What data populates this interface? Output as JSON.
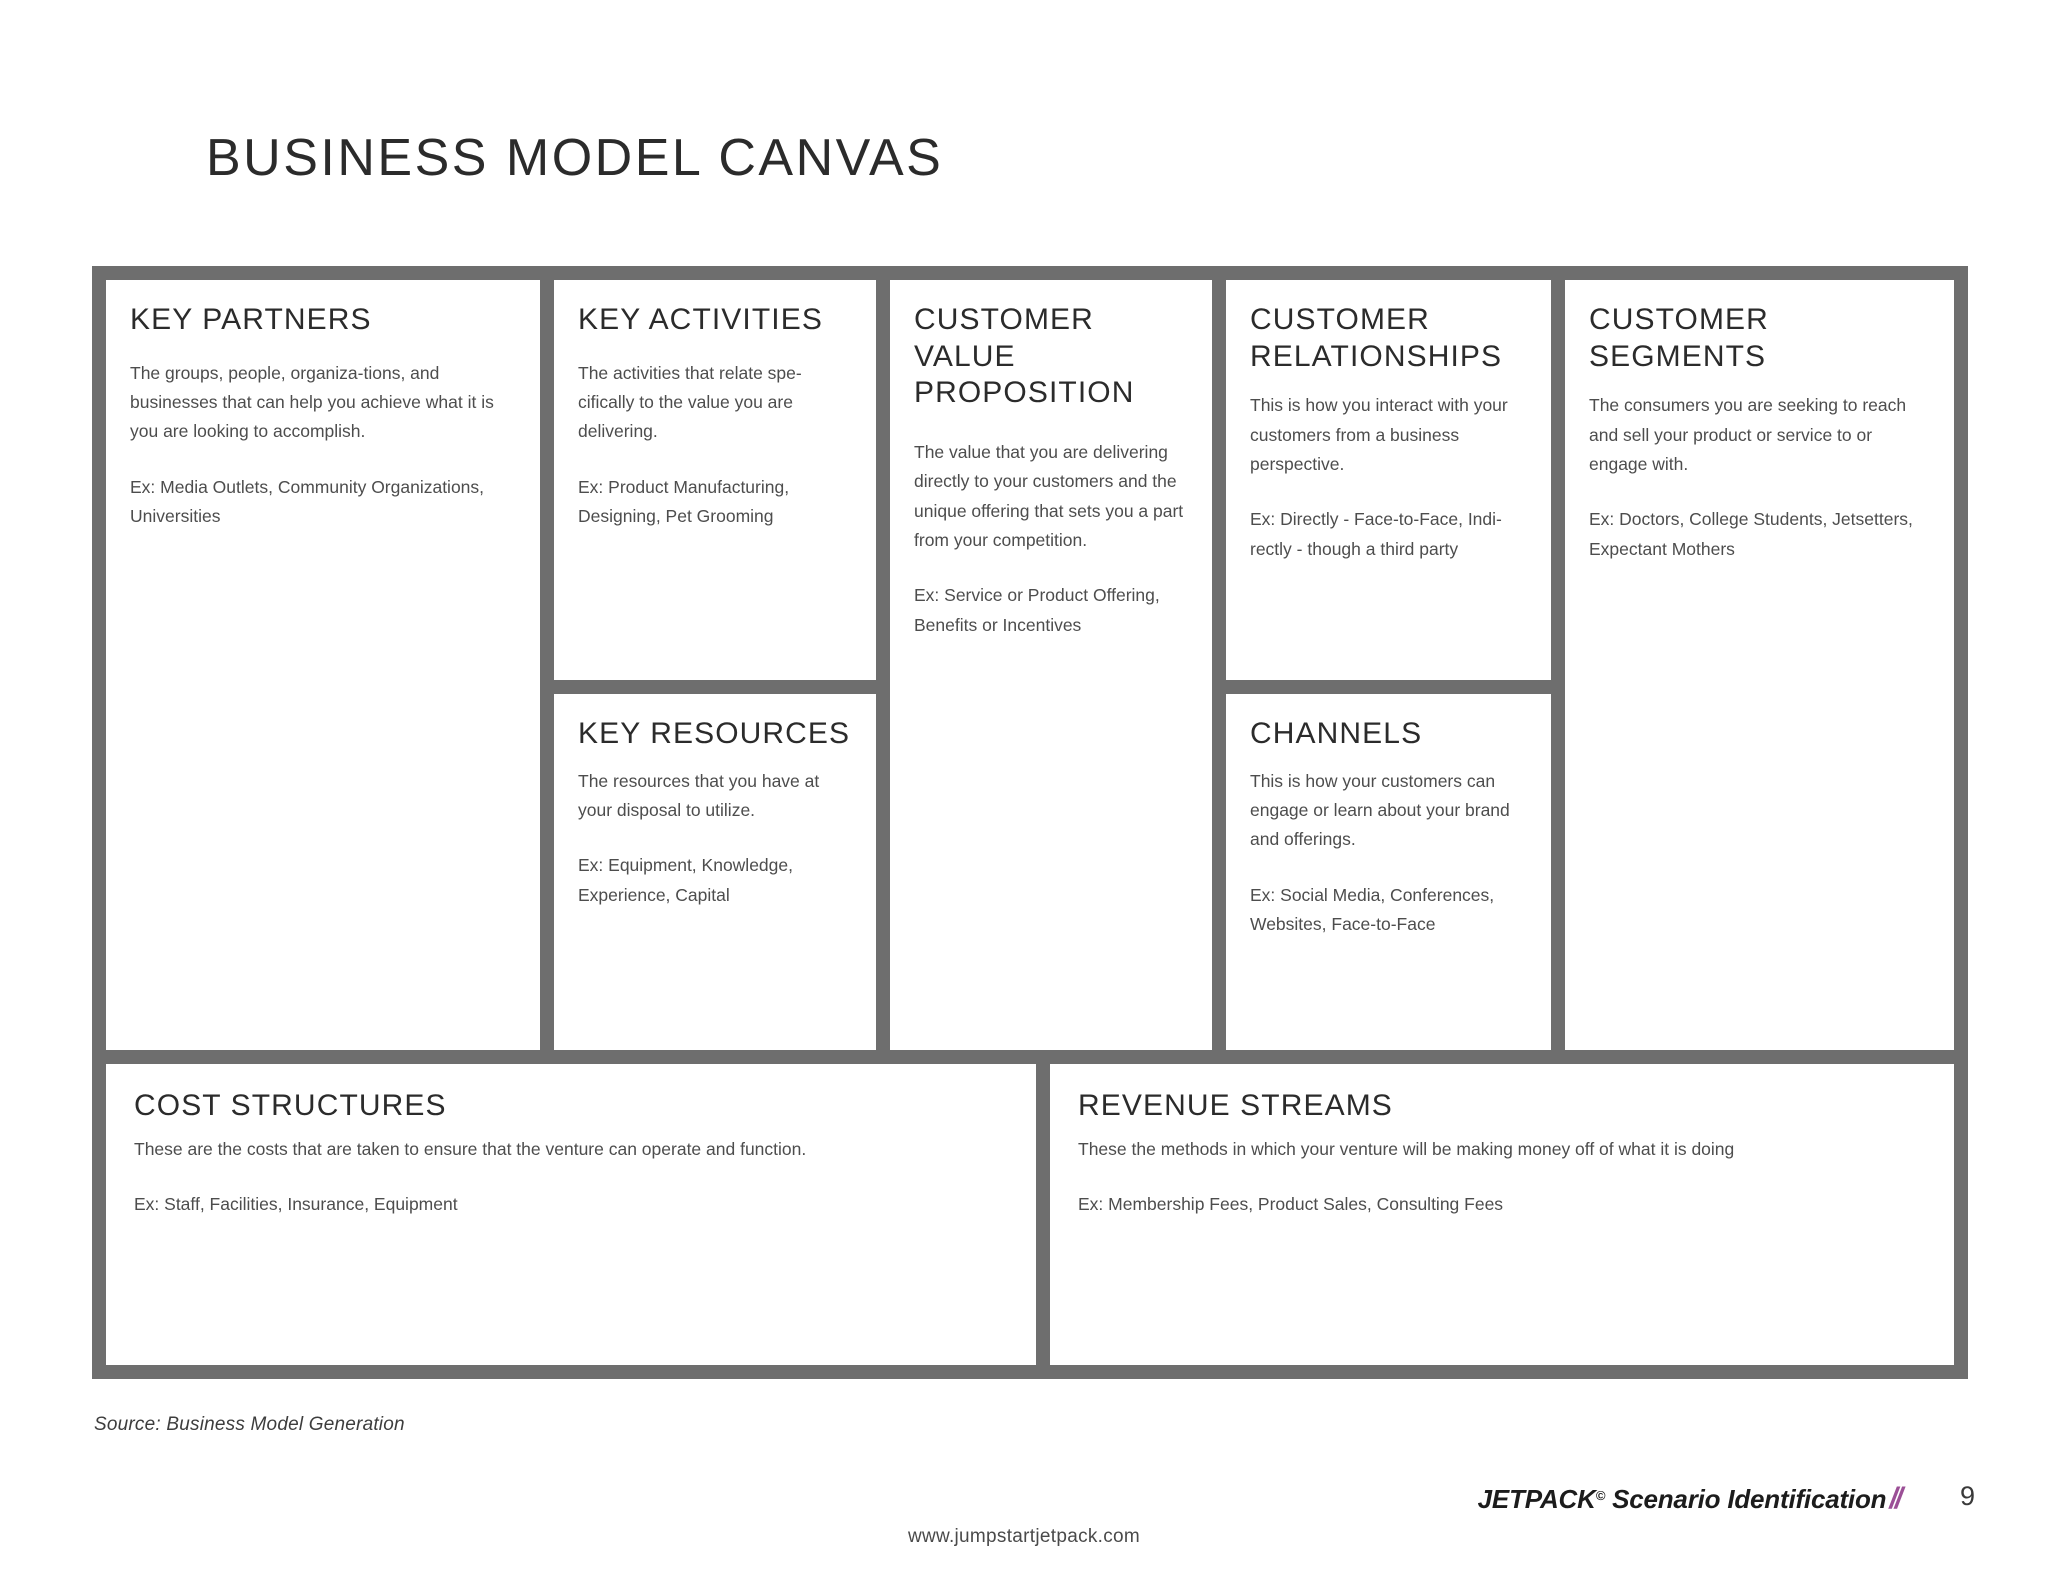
{
  "document": {
    "title": "BUSINESS MODEL CANVAS",
    "source_note": "Source: Business Model Generation",
    "site_url": "www.jumpstartjetpack.com",
    "page_number": "9"
  },
  "brand": {
    "name": "JETPACK",
    "copyright_mark": "©",
    "subtitle": "Scenario Identification",
    "slashes": "//",
    "accent_color": "#9b4f96"
  },
  "theme": {
    "frame_color": "#6e6e6e",
    "panel_background": "#ffffff",
    "heading_color": "#2b2b2b",
    "body_color": "#4d4d4d"
  },
  "canvas": {
    "blocks": {
      "key_partners": {
        "title": "KEY PARTNERS",
        "description": "The groups, people, organiza-tions, and businesses that can help you achieve what it is you are looking to accomplish.",
        "example": "Ex: Media Outlets, Community Organizations, Universities"
      },
      "key_activities": {
        "title": "KEY ACTIVITIES",
        "description": "The activities that relate spe-cifically to the value you are delivering.",
        "example": "Ex: Product Manufacturing, Designing, Pet Grooming"
      },
      "key_resources": {
        "title": "KEY RESOURCES",
        "description": "The resources that you have at your disposal to utilize.",
        "example": "Ex: Equipment, Knowledge, Experience, Capital"
      },
      "customer_value_proposition": {
        "title": "CUSTOMER VALUE PROPOSITION",
        "description": "The value that you are delivering directly to your customers and the unique offering that sets you a part from your competition.",
        "example": "Ex: Service or Product Offering, Benefits or Incentives"
      },
      "customer_relationships": {
        "title": "CUSTOMER RELATIONSHIPS",
        "description": "This is how you interact with your customers from a business perspective.",
        "example": "Ex: Directly - Face-to-Face, Indi-rectly - though a third party"
      },
      "channels": {
        "title": "CHANNELS",
        "description": "This is how your customers can engage or learn about your brand and offerings.",
        "example": "Ex: Social Media, Conferences, Websites, Face-to-Face"
      },
      "customer_segments": {
        "title": "CUSTOMER SEGMENTS",
        "description": "The consumers you are seeking to reach and sell your product or service to or engage with.",
        "example": "Ex: Doctors, College Students, Jetsetters, Expectant Mothers"
      },
      "cost_structures": {
        "title": "COST STRUCTURES",
        "description": "These are the costs that are taken to ensure that the venture can operate and function.",
        "example": "Ex: Staff, Facilities, Insurance, Equipment"
      },
      "revenue_streams": {
        "title": "REVENUE STREAMS",
        "description": "These the methods in which your venture will be making money off of what it is doing",
        "example": "Ex: Membership Fees, Product Sales, Consulting Fees"
      }
    }
  }
}
